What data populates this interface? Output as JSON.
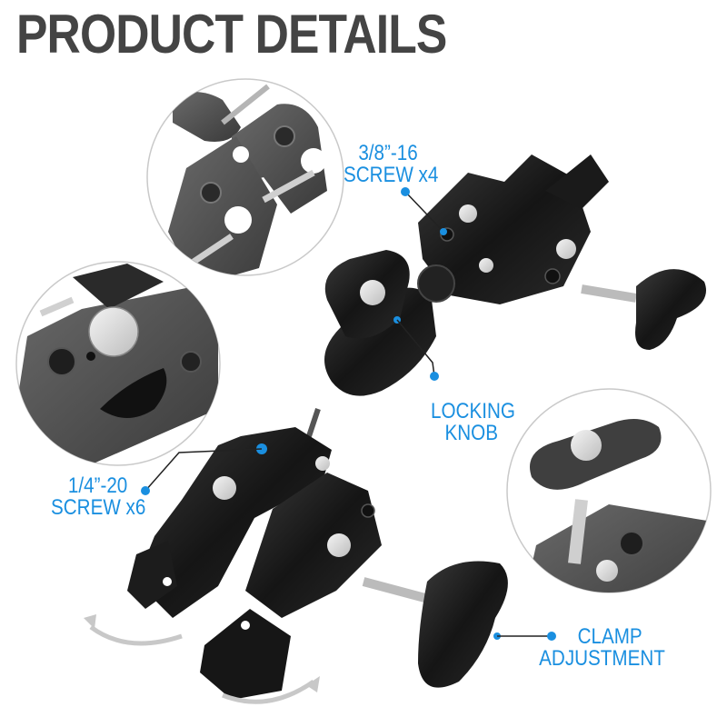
{
  "title": "PRODUCT DETAILS",
  "accent_color": "#1a8fe0",
  "title_color": "#444444",
  "callouts": [
    {
      "id": "screw-38",
      "line1": "3/8”-16",
      "line2": "SCREW x4"
    },
    {
      "id": "locking-knob",
      "line1": "LOCKING",
      "line2": "KNOB"
    },
    {
      "id": "screw-14",
      "line1": "1/4”-20",
      "line2": "SCREW x6"
    },
    {
      "id": "clamp-adjustment",
      "line1": "CLAMP",
      "line2": "ADJUSTMENT"
    }
  ],
  "insets": [
    {
      "id": "inset-top",
      "subject": "clamp jaw with threaded holes"
    },
    {
      "id": "inset-left",
      "subject": "clamp body side detail"
    },
    {
      "id": "inset-right",
      "subject": "thumb screw knob"
    }
  ],
  "icons": {
    "rotation_arrows": "curved-arrow-icon"
  }
}
